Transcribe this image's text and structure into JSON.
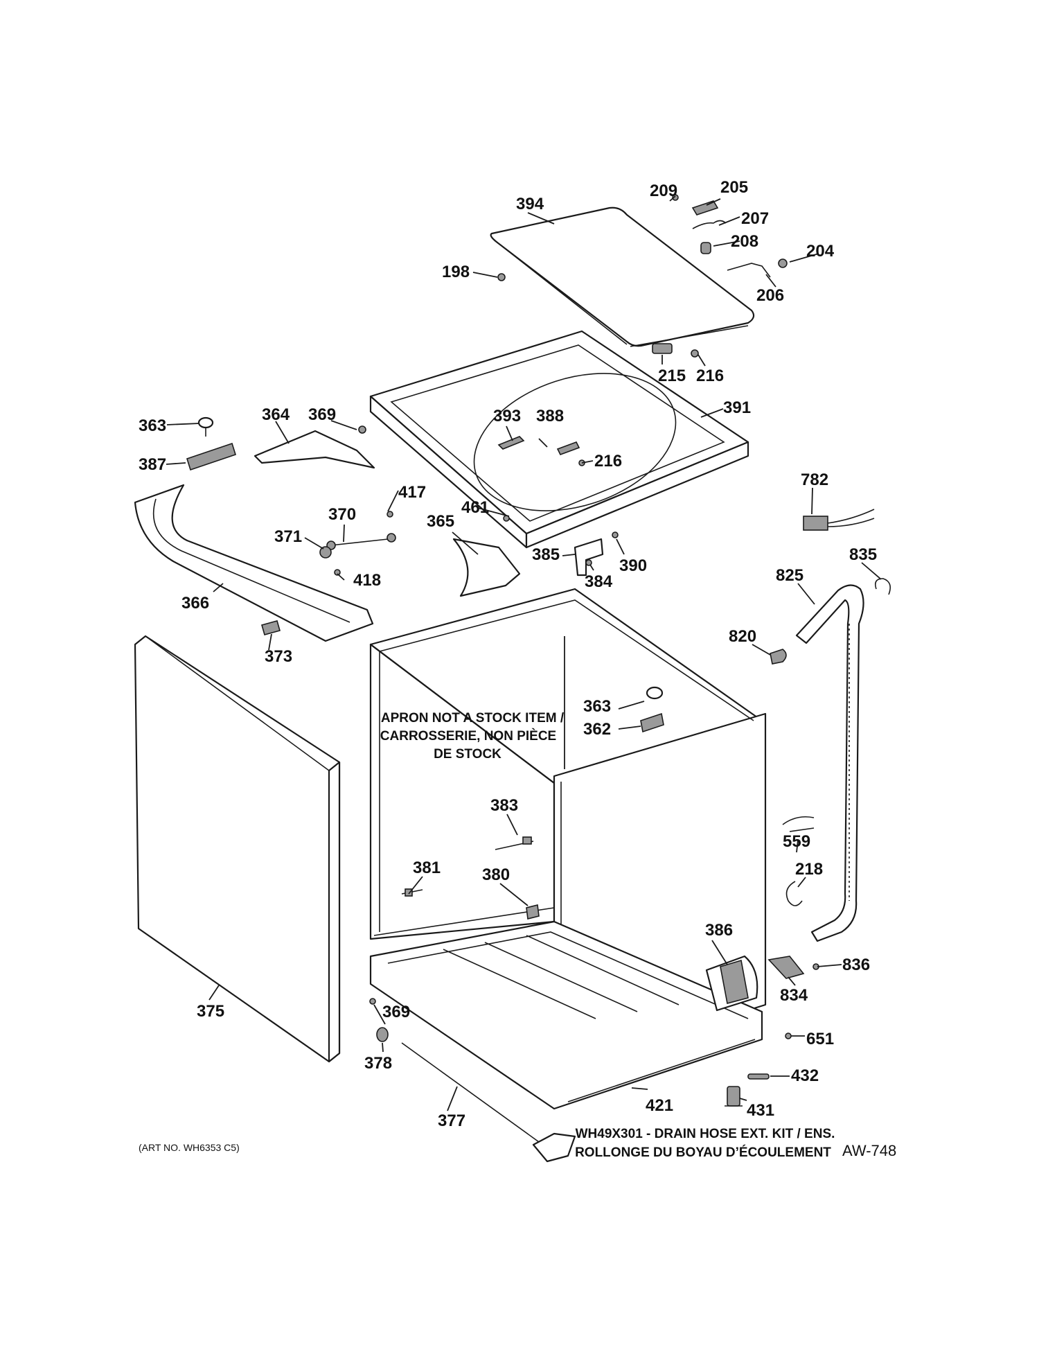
{
  "callouts": {
    "c394": "394",
    "c209": "209",
    "c205": "205",
    "c207": "207",
    "c208": "208",
    "c204": "204",
    "c198": "198",
    "c206": "206",
    "c215": "215",
    "c216a": "216",
    "c363a": "363",
    "c364": "364",
    "c369a": "369",
    "c393": "393",
    "c388": "388",
    "c391": "391",
    "c387": "387",
    "c216b": "216",
    "c782": "782",
    "c417": "417",
    "c370": "370",
    "c461": "461",
    "c365": "365",
    "c371": "371",
    "c385": "385",
    "c390": "390",
    "c384": "384",
    "c418": "418",
    "c835": "835",
    "c825": "825",
    "c366": "366",
    "c373": "373",
    "c820": "820",
    "c363b": "363",
    "c362": "362",
    "c383": "383",
    "c559": "559",
    "c218": "218",
    "c381": "381",
    "c380": "380",
    "c386": "386",
    "c836": "836",
    "c834": "834",
    "c375": "375",
    "c369b": "369",
    "c651": "651",
    "c378": "378",
    "c432": "432",
    "c421": "421",
    "c431": "431",
    "c377": "377"
  },
  "notes": {
    "apron_line1": "APRON NOT A STOCK ITEM /",
    "apron_line2": "CARROSSERIE, NON PIÈCE",
    "apron_line3": "DE STOCK",
    "kit_line1": "WH49X301 - DRAIN HOSE EXT. KIT / ENS.",
    "kit_line2": "ROLLONGE DU BOYAU D’ÉCOULEMENT"
  },
  "footer": {
    "art_no": "(ART NO. WH6353 C5)",
    "drawing_no": "AW-748"
  }
}
